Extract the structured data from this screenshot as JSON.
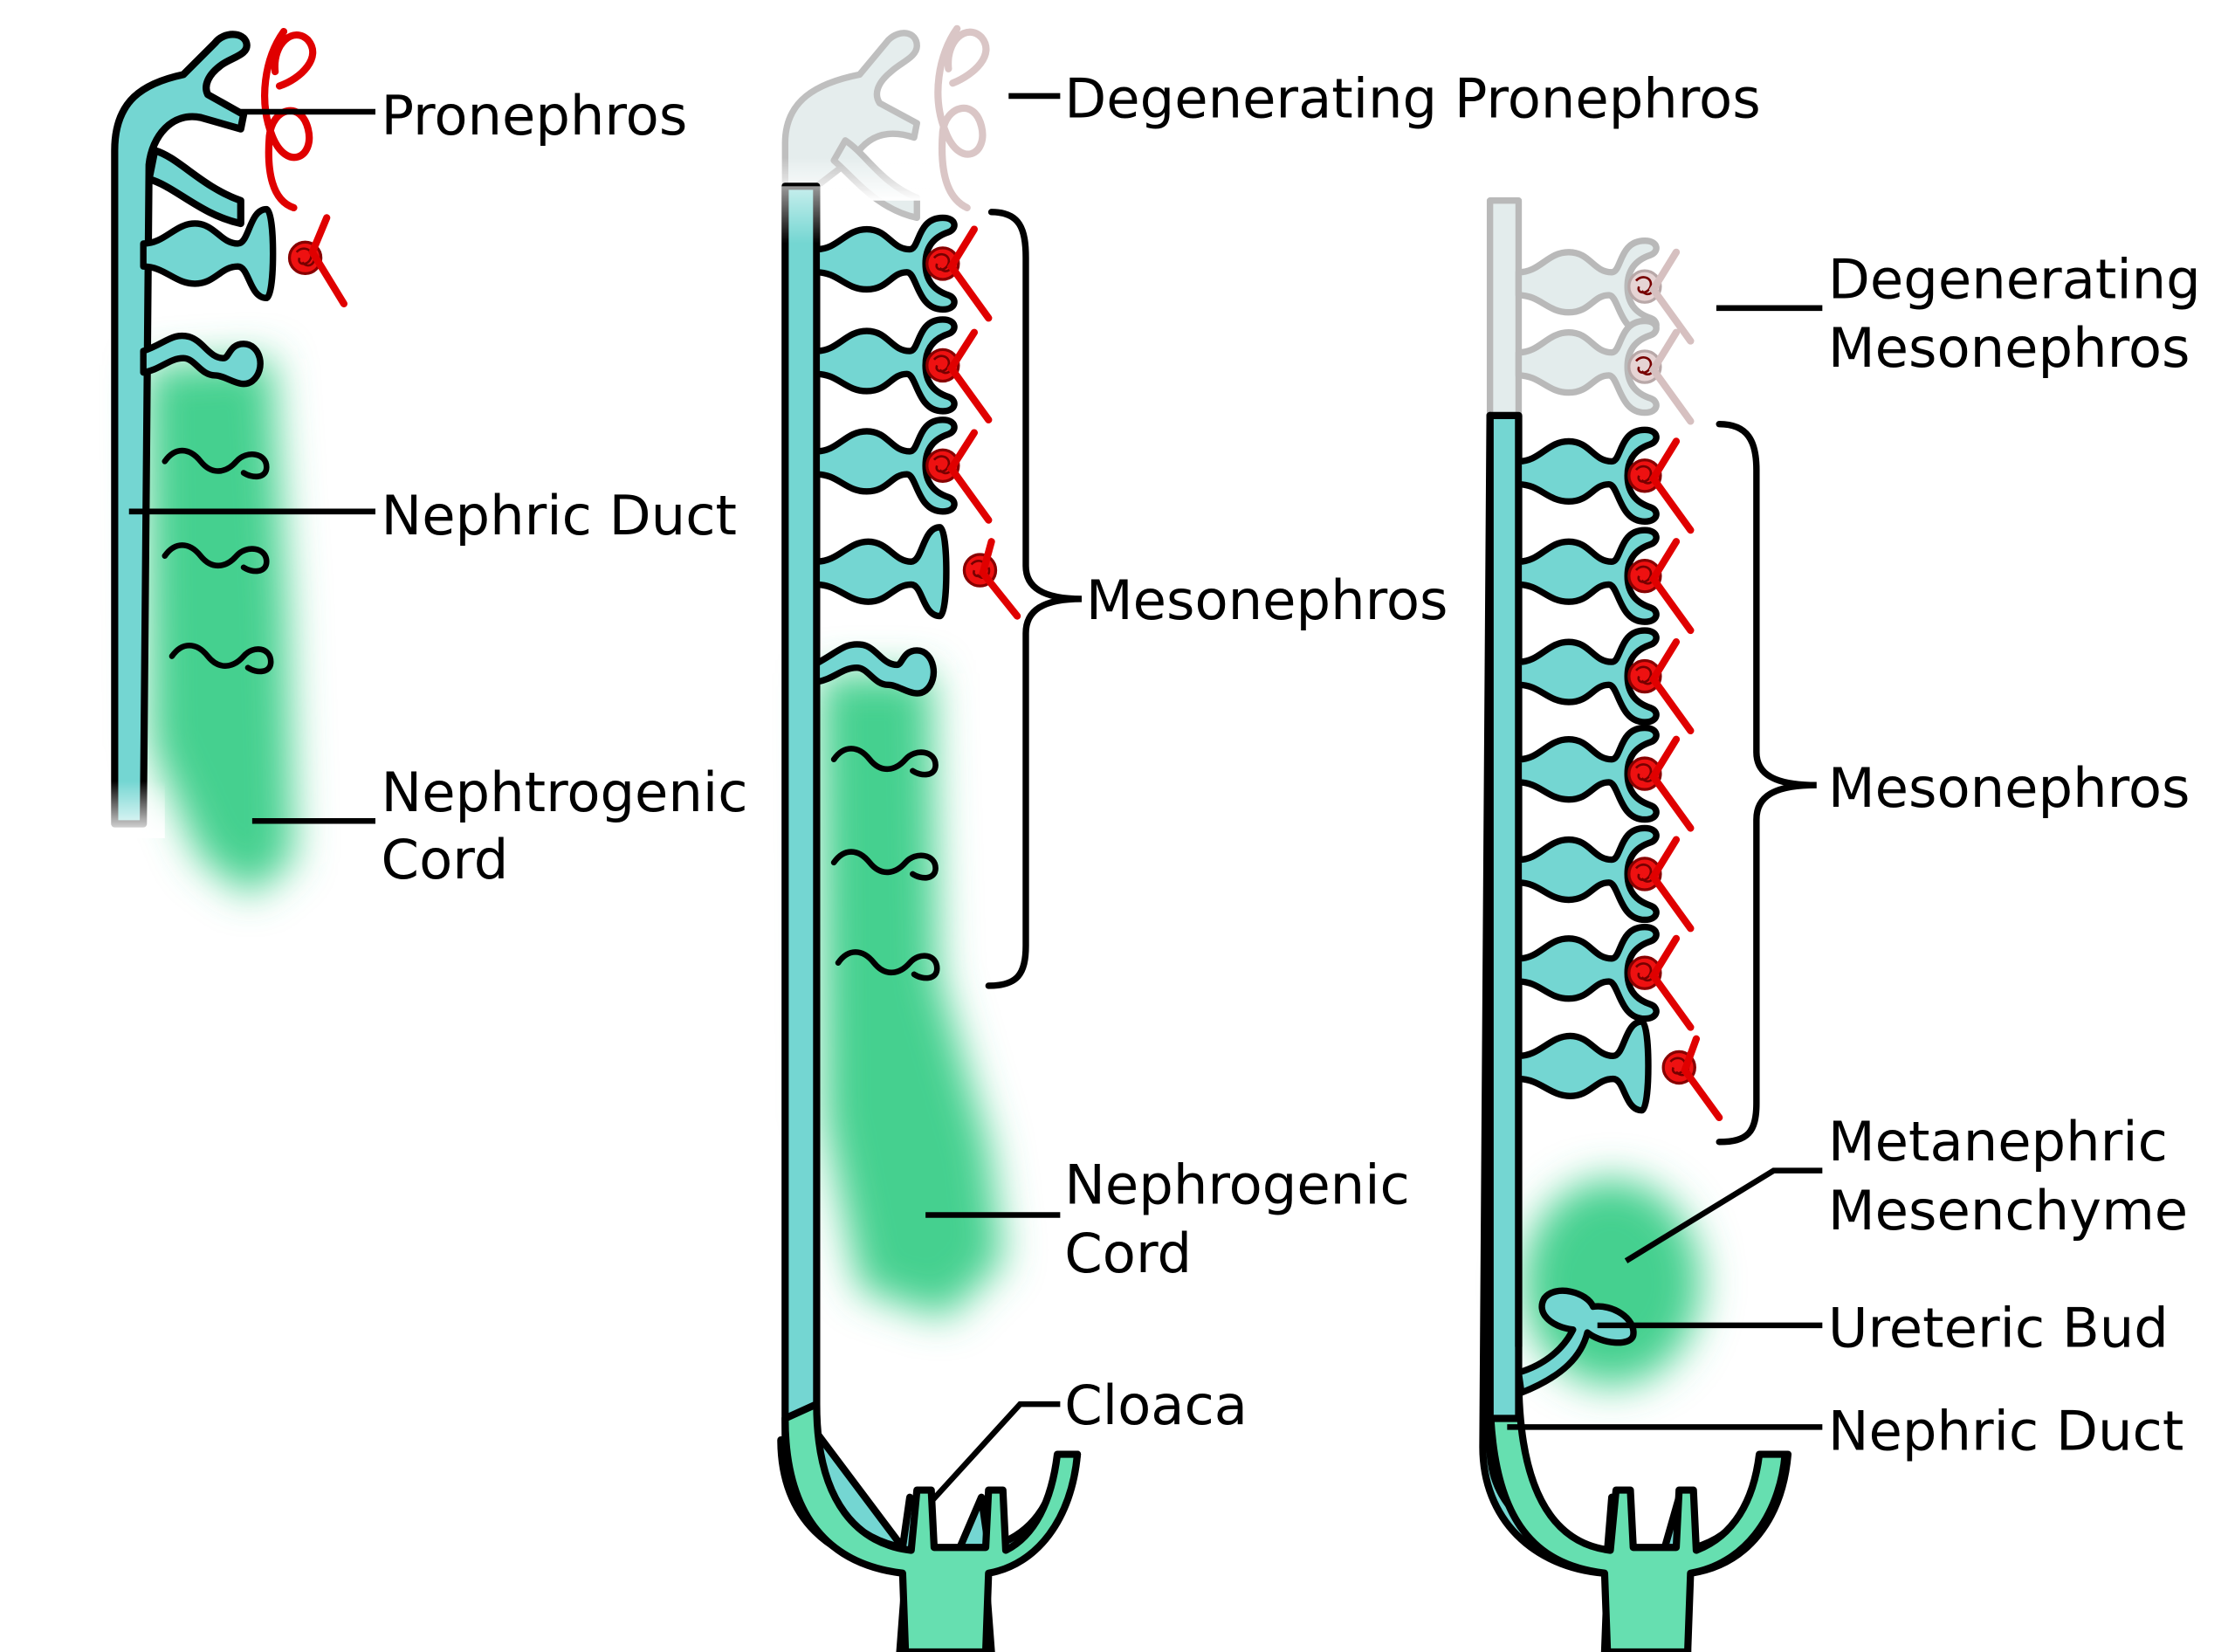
{
  "title": "Development of pronephros, mesonephros and metanephros",
  "colors": {
    "nephric_duct": "#74d6d2",
    "nephrogenic_tissue": "#45d08f",
    "blood_vessel": "#e00000",
    "degenerating": "#d8d8d8",
    "outline": "#000000"
  },
  "panels": [
    {
      "stage": "early",
      "labels": {
        "pronephros": "Pronephros",
        "nephric_duct": "Nephric Duct",
        "nephrogenic_cord_line1": "Nephtrogenic",
        "nephrogenic_cord_line2": "Cord"
      },
      "tubule_counts": {
        "pronephric": 1,
        "mesonephric_with_glomerulus": 1,
        "forming": 4
      }
    },
    {
      "stage": "middle",
      "labels": {
        "degenerating_pronephros": "Degenerating Pronephros",
        "mesonephros": "Mesonephros",
        "nephrogenic_cord_line1": "Nephrogenic",
        "nephrogenic_cord_line2": "Cord",
        "cloaca": "Cloaca"
      },
      "tubule_counts": {
        "mesonephric_with_glomerulus": 4,
        "forming": 4
      }
    },
    {
      "stage": "late",
      "labels": {
        "degenerating_mesonephros_line1": "Degenerating",
        "degenerating_mesonephros_line2": "Mesonephros",
        "mesonephros": "Mesonephros",
        "metanephric_mesenchyme_line1": "Metanephric",
        "metanephric_mesenchyme_line2": "Mesenchyme",
        "ureteric_bud": "Ureteric Bud",
        "nephric_duct": "Nephric Duct"
      },
      "tubule_counts": {
        "degenerating": 2,
        "mesonephric_with_glomerulus": 7
      }
    }
  ]
}
